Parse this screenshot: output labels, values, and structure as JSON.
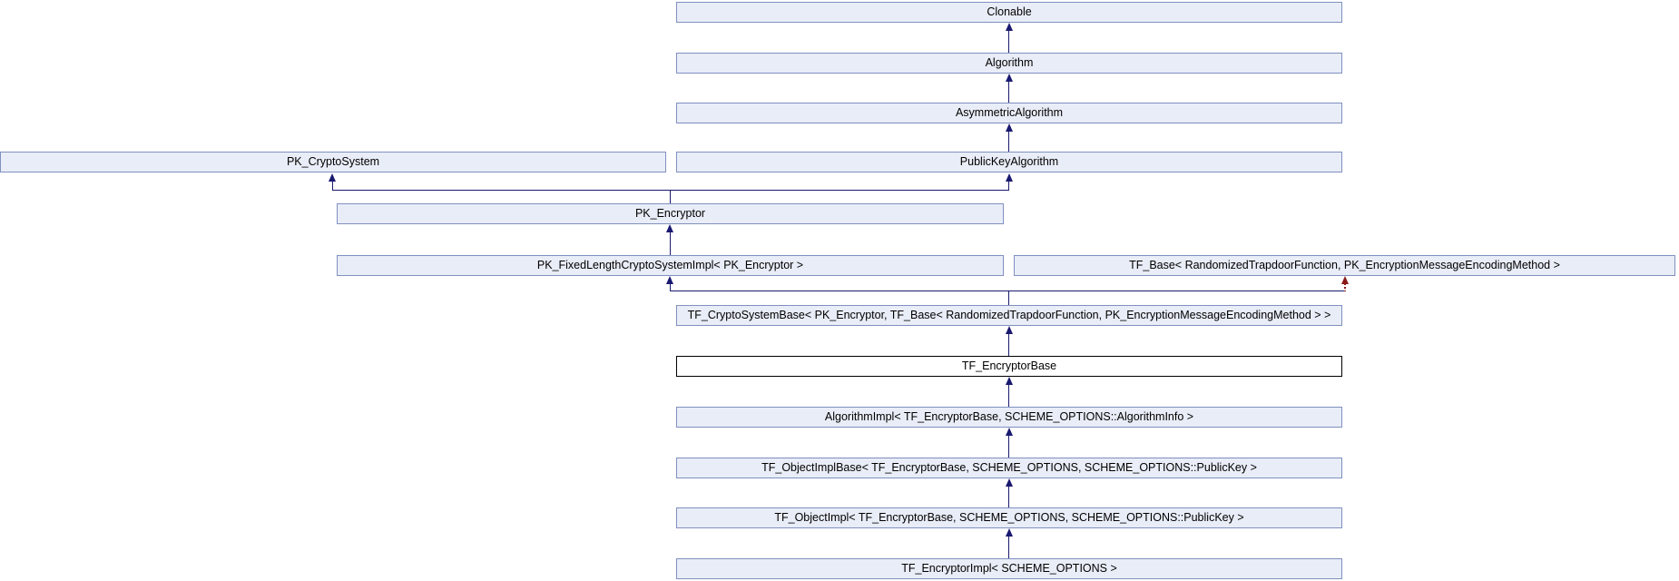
{
  "diagram": {
    "kind": "class-inheritance-graph",
    "current_class": "TF_EncryptorBase",
    "colors": {
      "node_fill": "#e9edf7",
      "node_border": "#8090c0",
      "current_node_fill": "#ffffff",
      "current_node_border": "#000000",
      "public_inheritance_arrow": "#191970",
      "private_inheritance_arrow": "#8b1a1a",
      "text": "#000000",
      "background": "#ffffff"
    },
    "nodes": [
      {
        "id": "clonable",
        "label": "Clonable"
      },
      {
        "id": "algorithm",
        "label": "Algorithm"
      },
      {
        "id": "asymmetric-algorithm",
        "label": "AsymmetricAlgorithm"
      },
      {
        "id": "pk-cryptosystem",
        "label": "PK_CryptoSystem"
      },
      {
        "id": "public-key-algorithm",
        "label": "PublicKeyAlgorithm"
      },
      {
        "id": "pk-encryptor",
        "label": "PK_Encryptor"
      },
      {
        "id": "pk-fixed-length-cryptosystem-impl",
        "label": "PK_FixedLengthCryptoSystemImpl< PK_Encryptor >"
      },
      {
        "id": "tf-base",
        "label": "TF_Base< RandomizedTrapdoorFunction, PK_EncryptionMessageEncodingMethod >"
      },
      {
        "id": "tf-cryptosystem-base",
        "label": "TF_CryptoSystemBase< PK_Encryptor, TF_Base< RandomizedTrapdoorFunction, PK_EncryptionMessageEncodingMethod > >"
      },
      {
        "id": "tf-encryptor-base",
        "label": "TF_EncryptorBase",
        "current": true
      },
      {
        "id": "algorithm-impl",
        "label": "AlgorithmImpl< TF_EncryptorBase, SCHEME_OPTIONS::AlgorithmInfo >"
      },
      {
        "id": "tf-object-impl-base",
        "label": "TF_ObjectImplBase< TF_EncryptorBase, SCHEME_OPTIONS, SCHEME_OPTIONS::PublicKey >"
      },
      {
        "id": "tf-object-impl",
        "label": "TF_ObjectImpl< TF_EncryptorBase, SCHEME_OPTIONS, SCHEME_OPTIONS::PublicKey >"
      },
      {
        "id": "tf-encryptor-impl",
        "label": "TF_EncryptorImpl< SCHEME_OPTIONS >"
      }
    ],
    "edges": [
      {
        "from": "Algorithm",
        "to": "Clonable",
        "type": "public"
      },
      {
        "from": "AsymmetricAlgorithm",
        "to": "Algorithm",
        "type": "public"
      },
      {
        "from": "PublicKeyAlgorithm",
        "to": "AsymmetricAlgorithm",
        "type": "public"
      },
      {
        "from": "PK_Encryptor",
        "to": "PK_CryptoSystem",
        "type": "public"
      },
      {
        "from": "PK_Encryptor",
        "to": "PublicKeyAlgorithm",
        "type": "public"
      },
      {
        "from": "PK_FixedLengthCryptoSystemImpl< PK_Encryptor >",
        "to": "PK_Encryptor",
        "type": "public"
      },
      {
        "from": "TF_CryptoSystemBase< PK_Encryptor, TF_Base< RandomizedTrapdoorFunction, PK_EncryptionMessageEncodingMethod > >",
        "to": "PK_FixedLengthCryptoSystemImpl< PK_Encryptor >",
        "type": "public"
      },
      {
        "from": "TF_CryptoSystemBase< PK_Encryptor, TF_Base< RandomizedTrapdoorFunction, PK_EncryptionMessageEncodingMethod > >",
        "to": "TF_Base< RandomizedTrapdoorFunction, PK_EncryptionMessageEncodingMethod >",
        "type": "private"
      },
      {
        "from": "TF_EncryptorBase",
        "to": "TF_CryptoSystemBase< PK_Encryptor, TF_Base< RandomizedTrapdoorFunction, PK_EncryptionMessageEncodingMethod > >",
        "type": "public"
      },
      {
        "from": "AlgorithmImpl< TF_EncryptorBase, SCHEME_OPTIONS::AlgorithmInfo >",
        "to": "TF_EncryptorBase",
        "type": "public"
      },
      {
        "from": "TF_ObjectImplBase< TF_EncryptorBase, SCHEME_OPTIONS, SCHEME_OPTIONS::PublicKey >",
        "to": "AlgorithmImpl< TF_EncryptorBase, SCHEME_OPTIONS::AlgorithmInfo >",
        "type": "public"
      },
      {
        "from": "TF_ObjectImpl< TF_EncryptorBase, SCHEME_OPTIONS, SCHEME_OPTIONS::PublicKey >",
        "to": "TF_ObjectImplBase< TF_EncryptorBase, SCHEME_OPTIONS, SCHEME_OPTIONS::PublicKey >",
        "type": "public"
      },
      {
        "from": "TF_EncryptorImpl< SCHEME_OPTIONS >",
        "to": "TF_ObjectImpl< TF_EncryptorBase, SCHEME_OPTIONS, SCHEME_OPTIONS::PublicKey >",
        "type": "public"
      }
    ]
  }
}
